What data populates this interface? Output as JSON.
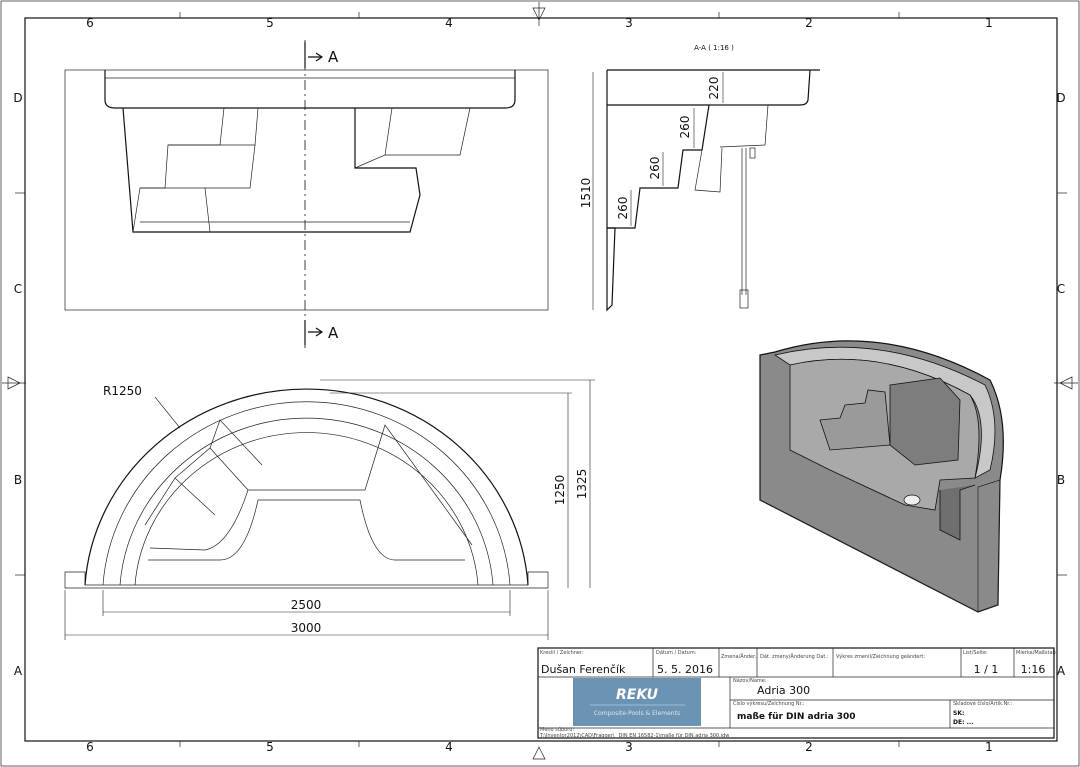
{
  "zones": {
    "columns": [
      "6",
      "5",
      "4",
      "3",
      "2",
      "1"
    ],
    "rows": [
      "D",
      "C",
      "B",
      "A"
    ]
  },
  "section_marker": "A",
  "section_view_title": "A-A ( 1:16 )",
  "dimensions": {
    "section": {
      "height_total": "1510",
      "rim": "220",
      "step1": "260",
      "step2": "260",
      "step3": "260"
    },
    "plan": {
      "radius": "R1250",
      "inner_width": "2500",
      "outer_width": "3000",
      "depth_inner": "1250",
      "depth_outer": "1325"
    }
  },
  "title_block": {
    "drawn_by_label": "Kreslil / Zeichner:",
    "drawn_by": "Dušan Ferenčík",
    "date_label": "Dátum / Datum:",
    "date": "5. 5. 2016",
    "change_label": "Zmena/Änder.:",
    "change_date_label": "Dát. zmeny/Änderung Dat.:",
    "changed_by_label": "Výkres zmenil/Zeichnung geändert:",
    "sheet_label": "List/Seite:",
    "sheet": "1 / 1",
    "scale_label": "Mierka/Maßstab",
    "scale": "1:16",
    "logo_name": "REKU",
    "logo_tagline": "Composite-Pools & Elements",
    "logo_color": "#6b93b3",
    "name_label": "Názov/Name:",
    "name": "Adria 300",
    "drawing_no_label": "Číslo výkresu/Zeichnung Nr.:",
    "drawing_no": "maße für DIN adria 300",
    "article_label": "Skladové číslo/Artik.Nr.:",
    "sk": "SK:",
    "de": "DE: ...",
    "file_label": "Meno súboru:",
    "file_path": "T:\\Inventor2012\\CAD\\Fragger\\_ DIN EN 16582-1\\maße für DIN adria 300.idw"
  }
}
